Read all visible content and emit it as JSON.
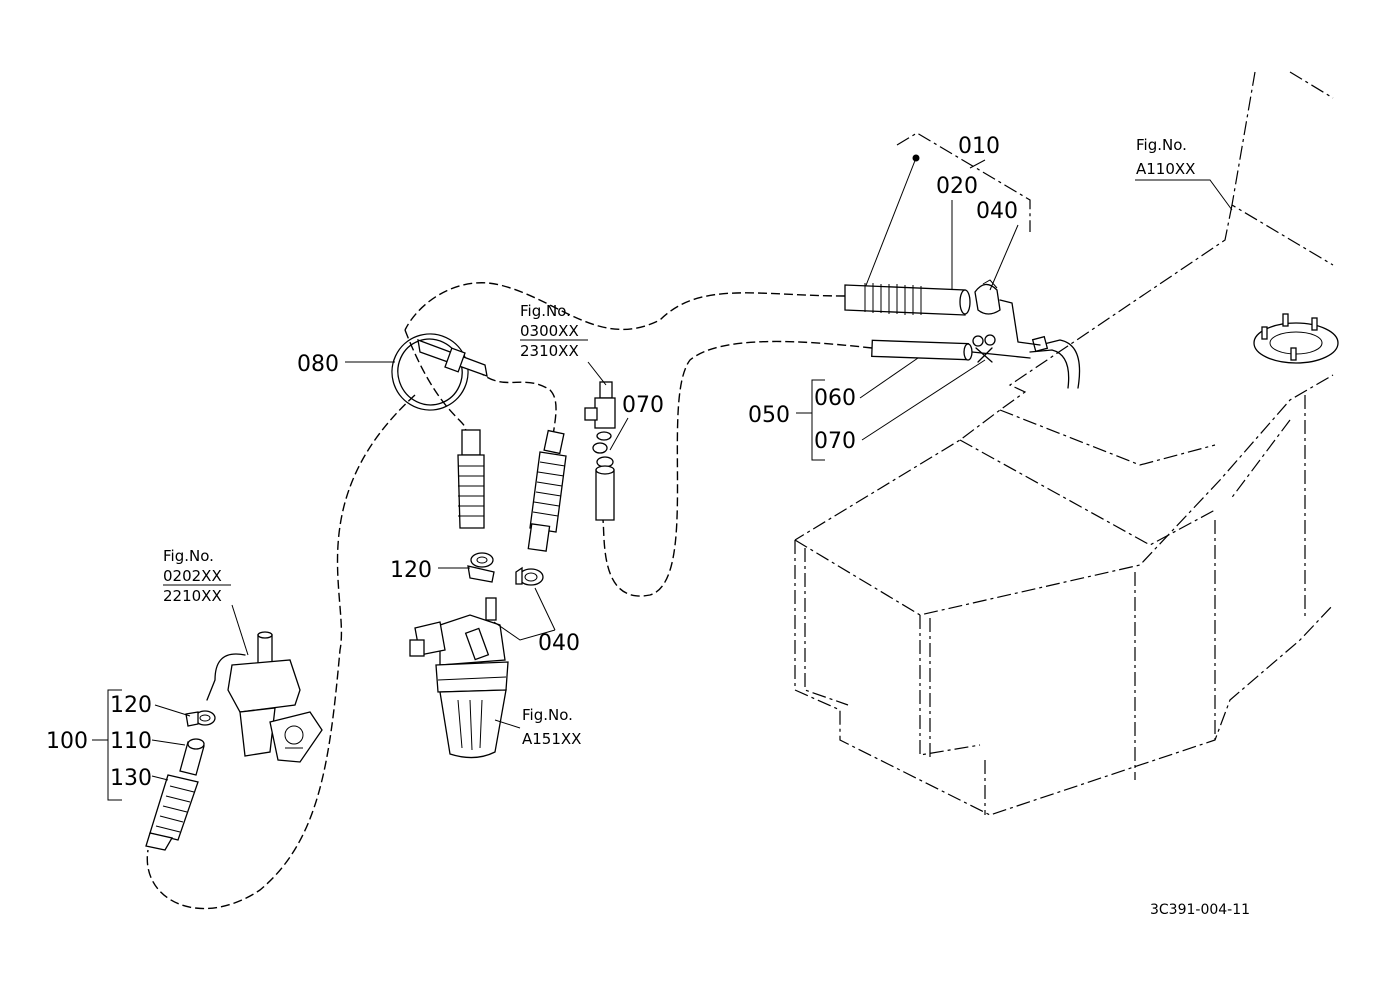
{
  "parts": {
    "p010": "010",
    "p020": "020",
    "p040_top": "040",
    "p050": "050",
    "p060": "060",
    "p070_right": "070",
    "p070_mid": "070",
    "p080": "080",
    "p120_mid": "120",
    "p040_mid": "040",
    "p100": "100",
    "p120_left": "120",
    "p110": "110",
    "p130": "130"
  },
  "references": {
    "a110": {
      "title": "Fig.No.",
      "codes": [
        "A110XX"
      ]
    },
    "r0300": {
      "title": "Fig.No.",
      "codes": [
        "0300XX",
        "2310XX"
      ]
    },
    "r0202": {
      "title": "Fig.No.",
      "codes": [
        "0202XX",
        "2210XX"
      ]
    },
    "a151": {
      "title": "Fig.No.",
      "codes": [
        "A151XX"
      ]
    }
  },
  "drawing_code": "3C391-004-11"
}
